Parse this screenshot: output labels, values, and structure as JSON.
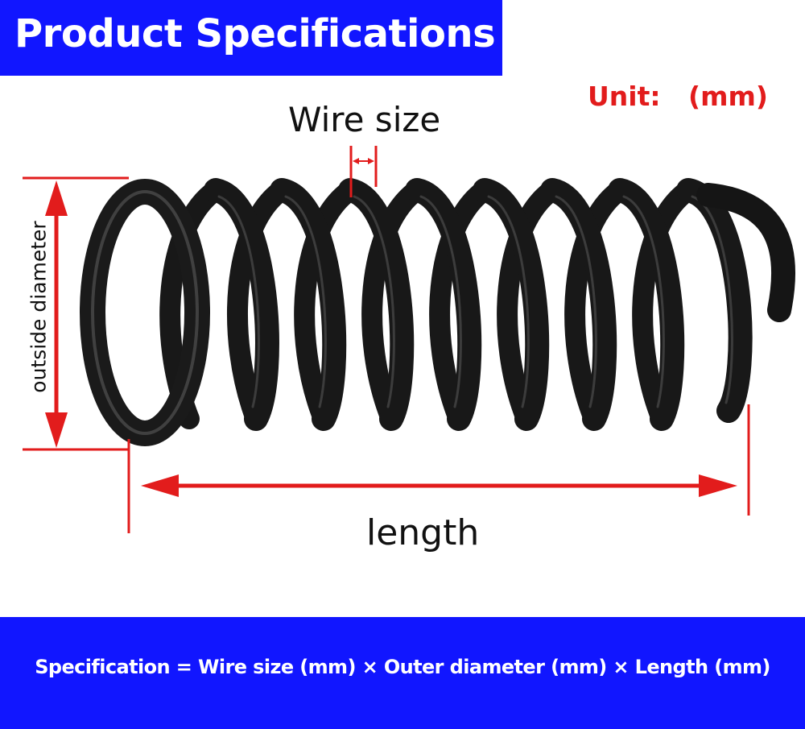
{
  "header": {
    "title": "Product Specifications"
  },
  "unit": {
    "label": "Unit:   (mm)"
  },
  "dimensions": {
    "wire_size": "Wire size",
    "outside_diameter": "outside diameter",
    "length": "length"
  },
  "footer": {
    "formula": "Specification = Wire size (mm) × Outer diameter (mm) × Length (mm)"
  },
  "colors": {
    "banner": "#1116ff",
    "accent": "#e21c1c",
    "spring": "#141414"
  },
  "icons": [
    "compression-spring-image",
    "arrow-icon"
  ]
}
